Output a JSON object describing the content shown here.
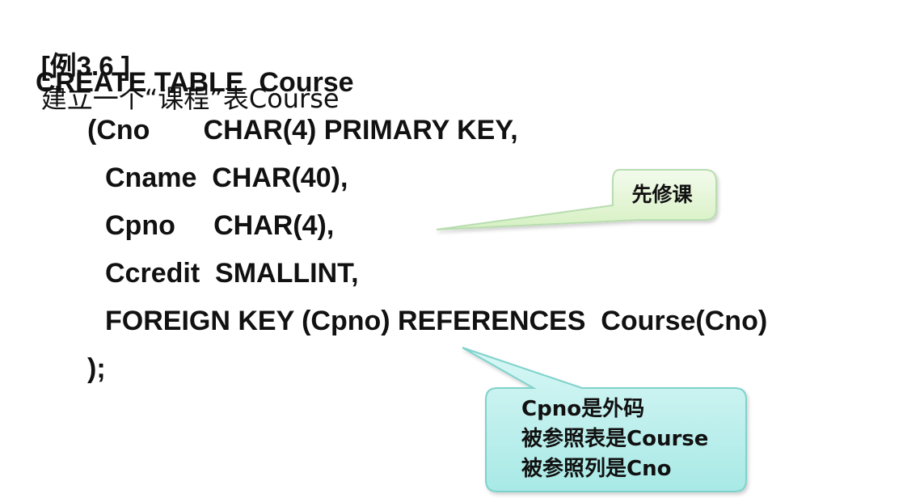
{
  "title": {
    "prefix": "[例3.6 ]",
    "text": "建立一个“课程”表Course"
  },
  "code_lines": [
    "CREATE TABLE  Course",
    "(Cno       CHAR(4) PRIMARY KEY,",
    "Cname  CHAR(40),",
    "Cpno     CHAR(4),",
    "Ccredit  SMALLINT,",
    "FOREIGN KEY (Cpno) REFERENCES  Course(Cno)",
    ");"
  ],
  "callouts": {
    "prerequisite": {
      "text": "先修课",
      "color": "#e6f7d6"
    },
    "foreign_key": {
      "lines": [
        "Cpno是外码",
        "被参照表是Course",
        "被参照列是Cno"
      ],
      "color": "#bff0ee"
    }
  }
}
